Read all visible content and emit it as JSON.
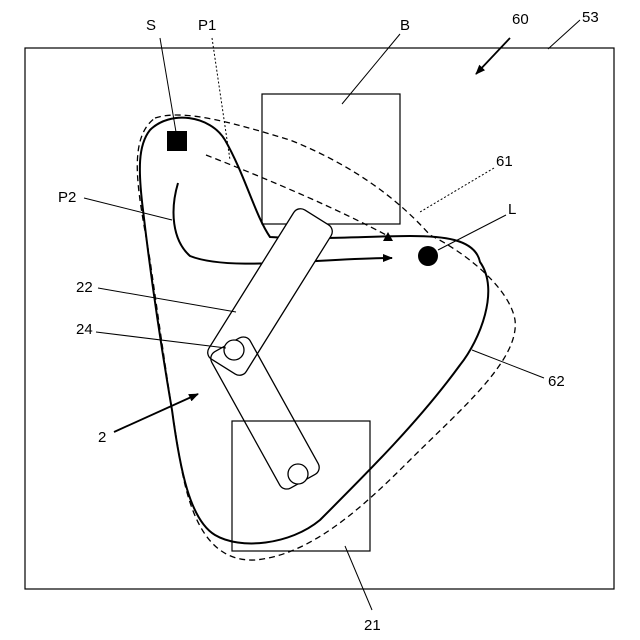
{
  "labels": {
    "s": "S",
    "p1": "P1",
    "b": "B",
    "ref_60": "60",
    "ref_53": "53",
    "ref_61": "61",
    "p2": "P2",
    "l": "L",
    "ref_22": "22",
    "ref_24": "24",
    "ref_62": "62",
    "ref_2": "2",
    "ref_21": "21"
  },
  "colors": {
    "stroke": "#000000",
    "background": "#ffffff"
  }
}
